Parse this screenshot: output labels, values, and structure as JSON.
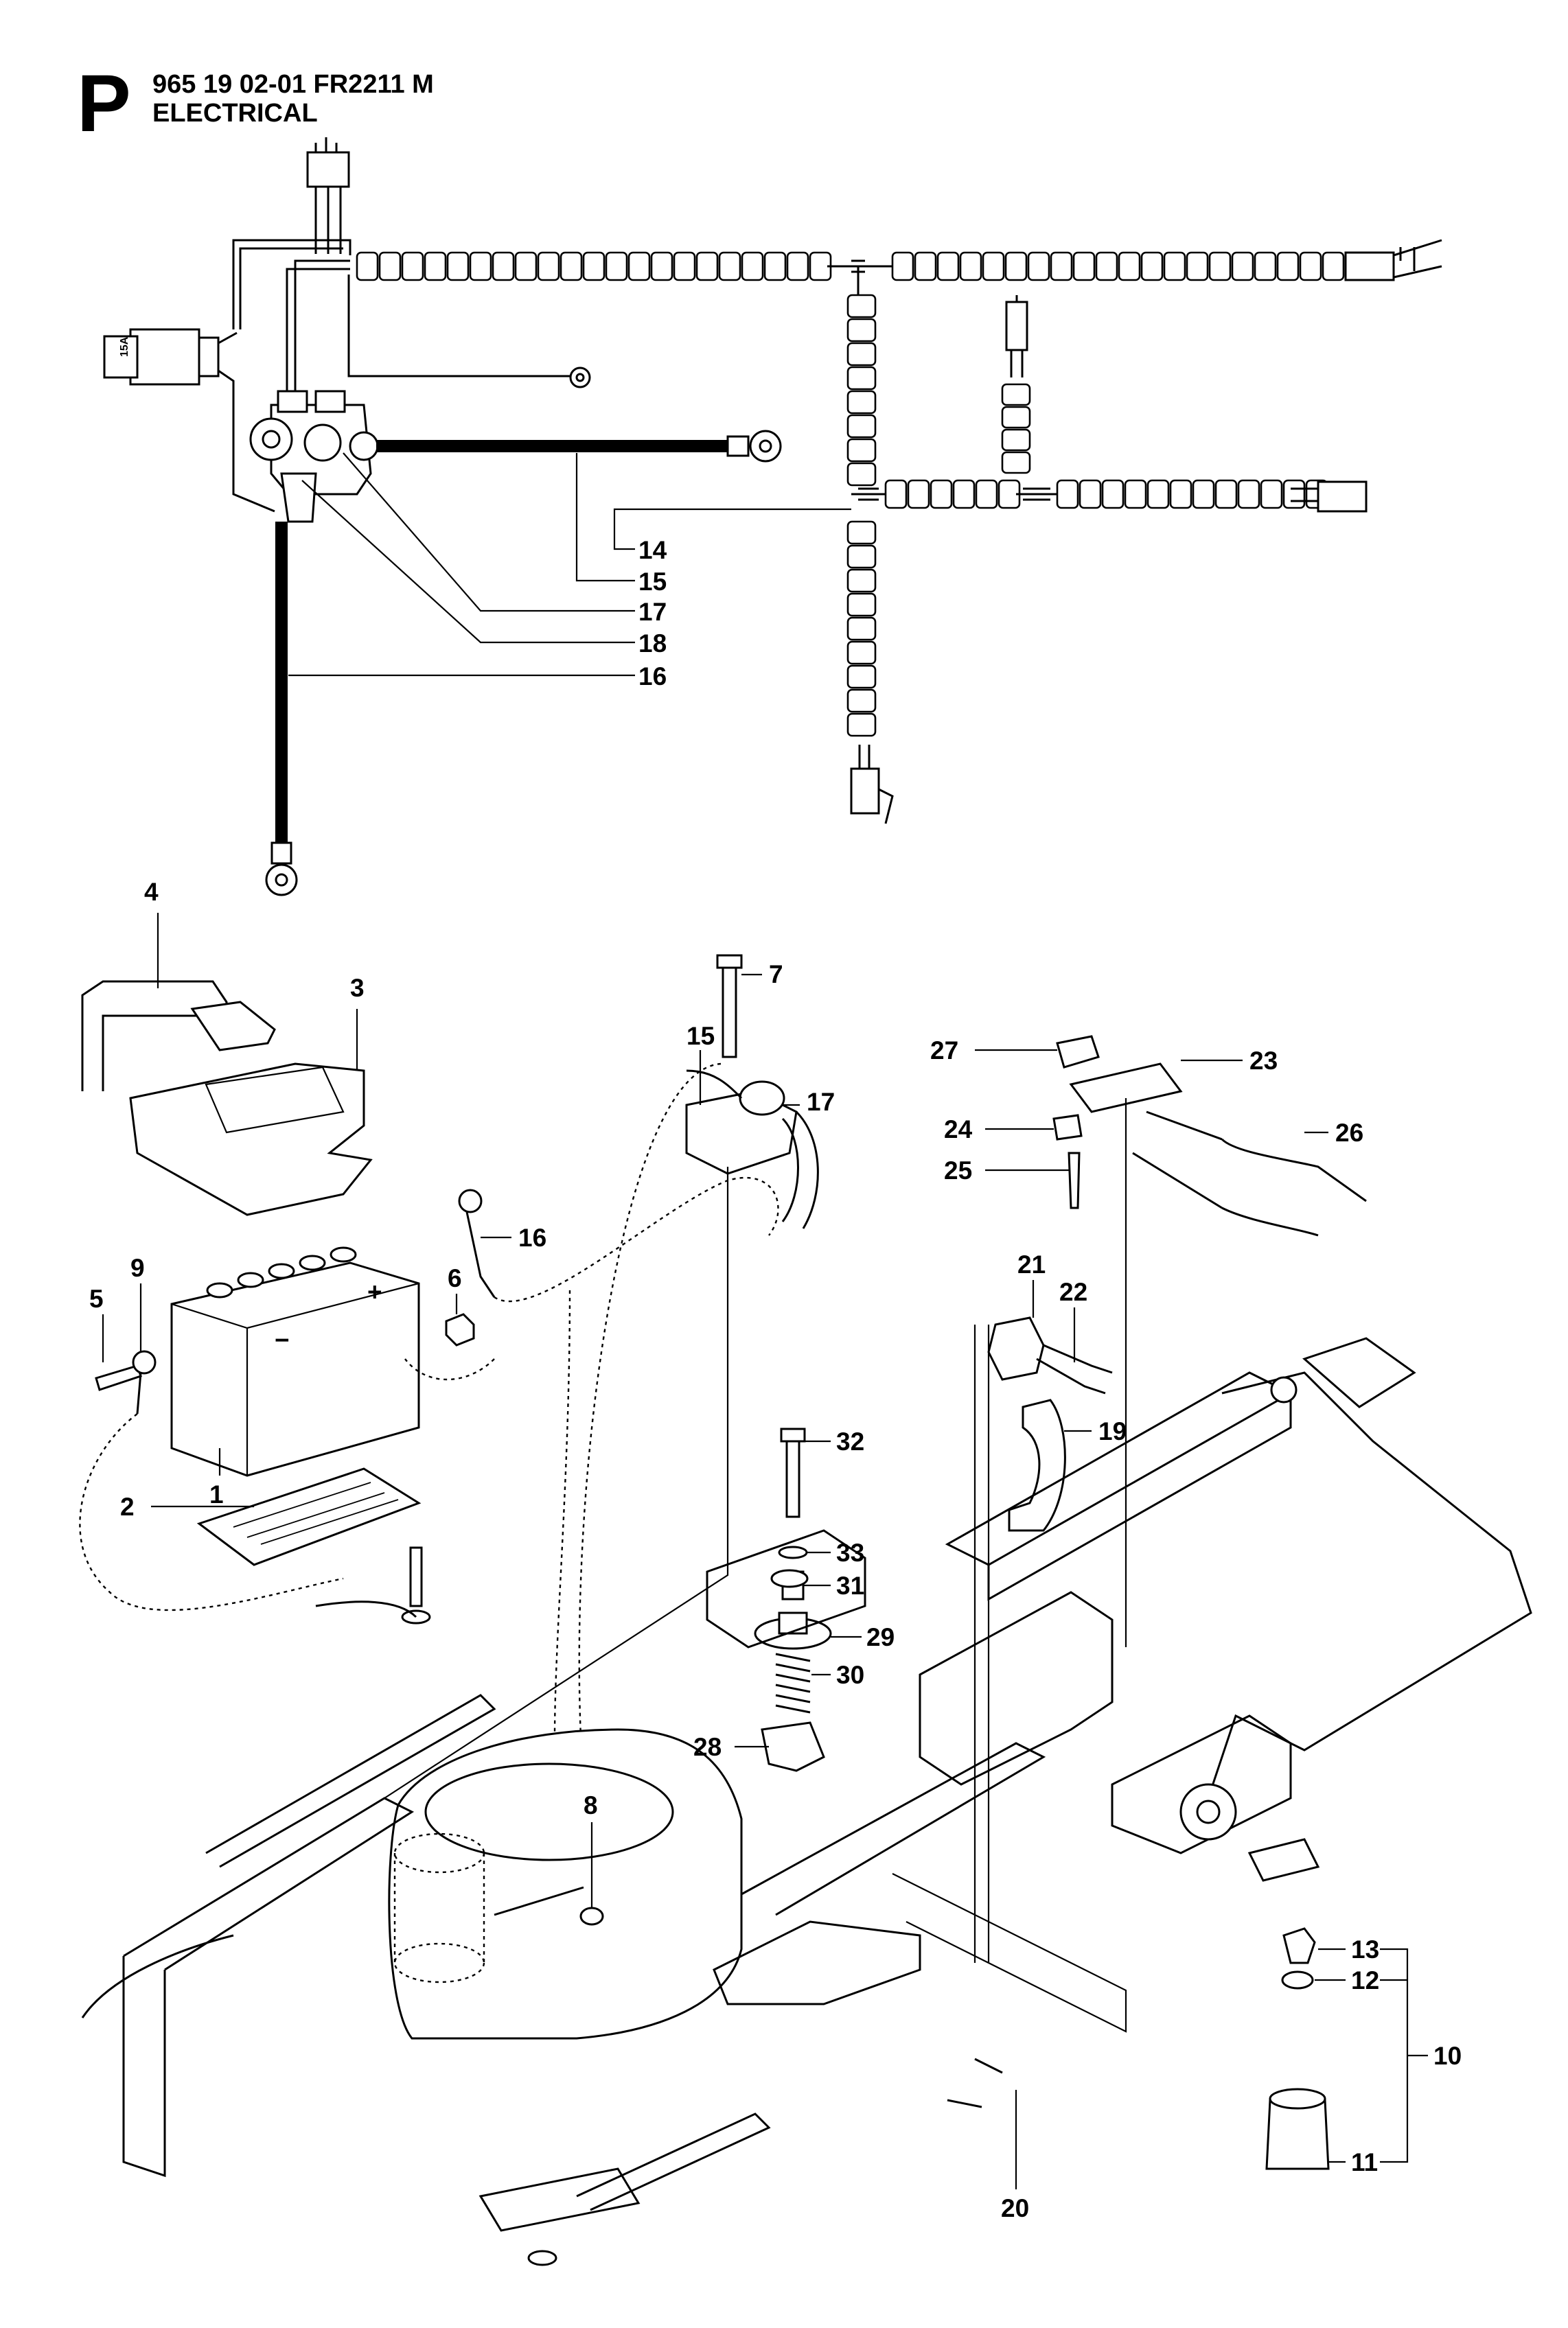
{
  "header": {
    "section_letter": "P",
    "model": "965 19 02-01 FR2211 M",
    "section": "ELECTRICAL"
  },
  "callouts": [
    {
      "id": "c14",
      "label": "14"
    },
    {
      "id": "c15a",
      "label": "15"
    },
    {
      "id": "c17a",
      "label": "17"
    },
    {
      "id": "c18",
      "label": "18"
    },
    {
      "id": "c16a",
      "label": "16"
    },
    {
      "id": "c4",
      "label": "4"
    },
    {
      "id": "c3",
      "label": "3"
    },
    {
      "id": "c7",
      "label": "7"
    },
    {
      "id": "c15b",
      "label": "15"
    },
    {
      "id": "c17b",
      "label": "17"
    },
    {
      "id": "c16b",
      "label": "16"
    },
    {
      "id": "c9",
      "label": "9"
    },
    {
      "id": "c6",
      "label": "6"
    },
    {
      "id": "c5",
      "label": "5"
    },
    {
      "id": "c1",
      "label": "1"
    },
    {
      "id": "c2",
      "label": "2"
    },
    {
      "id": "c27",
      "label": "27"
    },
    {
      "id": "c23",
      "label": "23"
    },
    {
      "id": "c24",
      "label": "24"
    },
    {
      "id": "c26",
      "label": "26"
    },
    {
      "id": "c25",
      "label": "25"
    },
    {
      "id": "c21",
      "label": "21"
    },
    {
      "id": "c22",
      "label": "22"
    },
    {
      "id": "c19",
      "label": "19"
    },
    {
      "id": "c32",
      "label": "32"
    },
    {
      "id": "c33",
      "label": "33"
    },
    {
      "id": "c31",
      "label": "31"
    },
    {
      "id": "c29",
      "label": "29"
    },
    {
      "id": "c30",
      "label": "30"
    },
    {
      "id": "c28",
      "label": "28"
    },
    {
      "id": "c8",
      "label": "8"
    },
    {
      "id": "c13",
      "label": "13"
    },
    {
      "id": "c12",
      "label": "12"
    },
    {
      "id": "c10",
      "label": "10"
    },
    {
      "id": "c11",
      "label": "11"
    },
    {
      "id": "c20",
      "label": "20"
    }
  ],
  "fuse_label": "15A",
  "battery_marks": {
    "minus": "−",
    "plus": "+"
  }
}
